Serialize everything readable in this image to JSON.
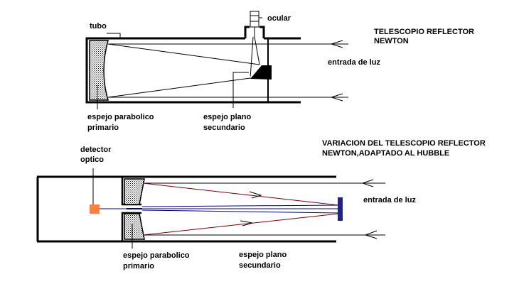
{
  "top_diagram": {
    "title_line1": "TELESCOPIO REFLECTOR",
    "title_line2": "NEWTON",
    "labels": {
      "tube": "tubo",
      "eyepiece": "ocular",
      "light_entry": "entrada de luz",
      "primary_line1": "espejo parabolico",
      "primary_line2": "primario",
      "secondary_line1": "espejo plano",
      "secondary_line2": "secundario"
    }
  },
  "bottom_diagram": {
    "title_line1": "VARIACION DEL TELESCOPIO REFLECTOR",
    "title_line2": "NEWTON,ADAPTADO AL HUBBLE",
    "labels": {
      "detector_line1": "detector",
      "detector_line2": "optico",
      "light_entry": "entrada de luz",
      "primary_line1": "espejo parabolico",
      "primary_line2": "primario",
      "secondary_line1": "espejo plano",
      "secondary_line2": "secundario"
    }
  },
  "colors": {
    "outline": "#000000",
    "incoming_ray": "#800000",
    "focused_ray": "#000080",
    "secondary_mirror": "#202090",
    "detector": "#ff8040"
  }
}
